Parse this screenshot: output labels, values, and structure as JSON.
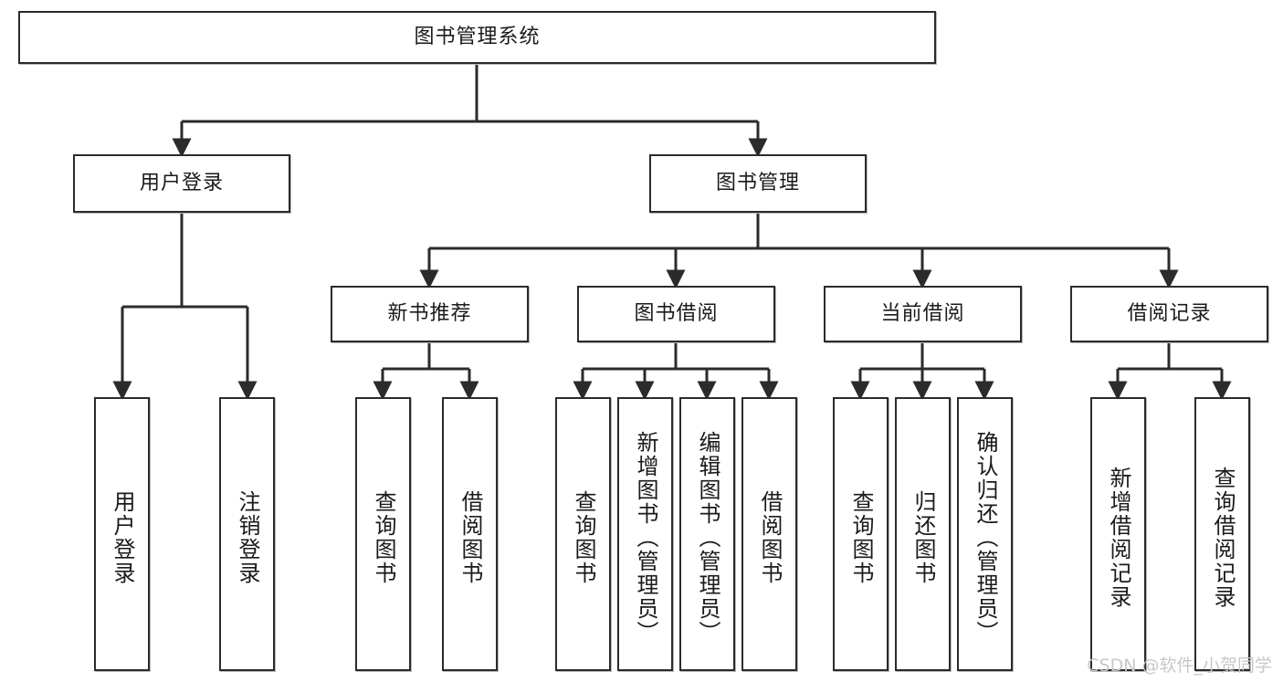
{
  "diagram": {
    "title": "图书管理系统",
    "type": "tree-hierarchy-chart",
    "colors": {
      "box_border": "#2b2b2b",
      "box_fill": "#ffffff",
      "connector": "#2b2b2b",
      "text": "#1a1a1a",
      "watermark": "#c8c8c8",
      "background": "#ffffff"
    },
    "root": {
      "label": "图书管理系统"
    },
    "level2": [
      {
        "label": "用户登录"
      },
      {
        "label": "图书管理"
      }
    ],
    "level3": [
      {
        "label": "新书推荐"
      },
      {
        "label": "图书借阅"
      },
      {
        "label": "当前借阅"
      },
      {
        "label": "借阅记录"
      }
    ],
    "leaves": {
      "user_login": [
        {
          "label": "用户登录"
        },
        {
          "label": "注销登录"
        }
      ],
      "new_book_recommend": [
        {
          "label": "查询图书"
        },
        {
          "label": "借阅图书"
        }
      ],
      "book_borrow": [
        {
          "label": "查询图书"
        },
        {
          "label": "新增图书（管理员）"
        },
        {
          "label": "编辑图书（管理员）"
        },
        {
          "label": "借阅图书"
        }
      ],
      "current_borrow": [
        {
          "label": "查询图书"
        },
        {
          "label": "归还图书"
        },
        {
          "label": "确认归还（管理员）"
        }
      ],
      "borrow_record": [
        {
          "label": "新增借阅记录"
        },
        {
          "label": "查询借阅记录"
        }
      ]
    },
    "watermark": "CSDN @软件_小贺同学"
  }
}
